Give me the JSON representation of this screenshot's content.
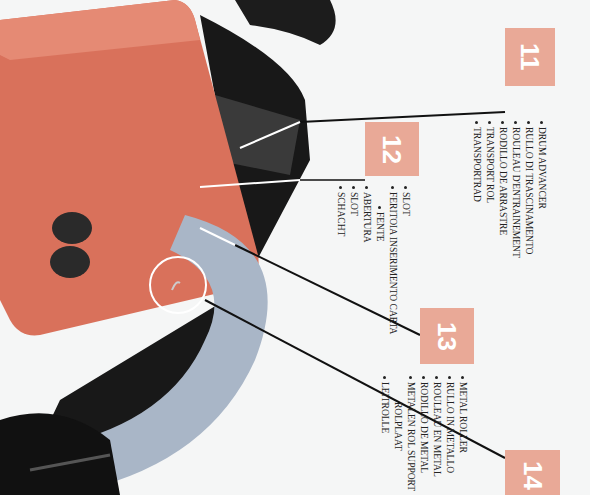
{
  "diagram": {
    "nodes": [
      {
        "text": [
          "11"
        ]
      },
      {
        "text": [
          "12"
        ]
      },
      {
        "text": [
          "13"
        ]
      },
      {
        "text": [
          "14"
        ]
      }
    ],
    "labels": [
      "DRUM ADVANCER",
      "RULLO DI TRASCINAMENTO",
      "ROULEAU D'ENTRAINEMENT",
      "RODILLO DE ARRASTRE",
      "TRANSPORT ROL",
      "TRANSPORTRAD",
      "SLOT",
      "FERITOIA INSERIMENTO CARTA",
      "FENTE",
      "ABERTURA",
      "SLOT",
      "SCHACHT",
      "METAL ROLLER",
      "RULLO IN METALLO",
      "ROULEAU EN METAL",
      "RODILLO DE METAL",
      "METALEN ROL SUPPORT",
      "ROLPLAAT",
      "LEITROLLE"
    ]
  }
}
